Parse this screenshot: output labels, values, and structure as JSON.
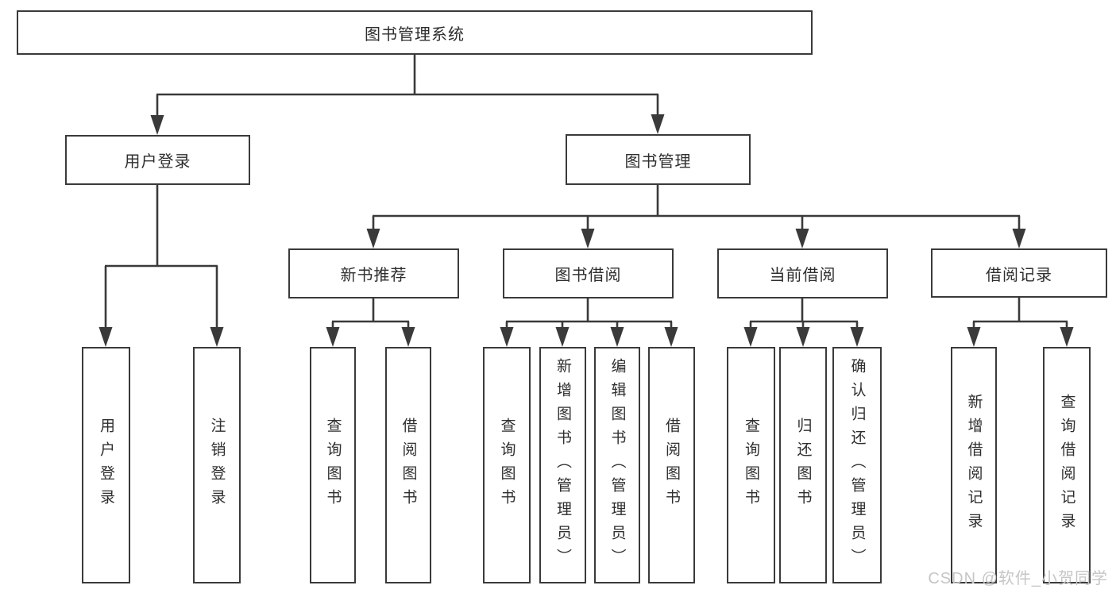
{
  "diagram": {
    "root": {
      "label": "图书管理系统"
    },
    "branches": [
      {
        "label": "用户登录",
        "children": [
          "用户登录",
          "注销登录"
        ]
      },
      {
        "label": "图书管理",
        "modules": [
          {
            "label": "新书推荐",
            "children": [
              "查询图书",
              "借阅图书"
            ]
          },
          {
            "label": "图书借阅",
            "children": [
              "查询图书",
              "新增图书（管理员）",
              "编辑图书（管理员）",
              "借阅图书"
            ]
          },
          {
            "label": "当前借阅",
            "children": [
              "查询图书",
              "归还图书",
              "确认归还（管理员）"
            ]
          },
          {
            "label": "借阅记录",
            "children": [
              "新增借阅记录",
              "查询借阅记录"
            ]
          }
        ]
      }
    ]
  },
  "watermark": {
    "text": "CSDN @软件_小贺同学"
  },
  "colors": {
    "line": "#3a3a3a",
    "text": "#2e2e2e",
    "watermark": "#c6c6c6",
    "background": "#ffffff"
  }
}
